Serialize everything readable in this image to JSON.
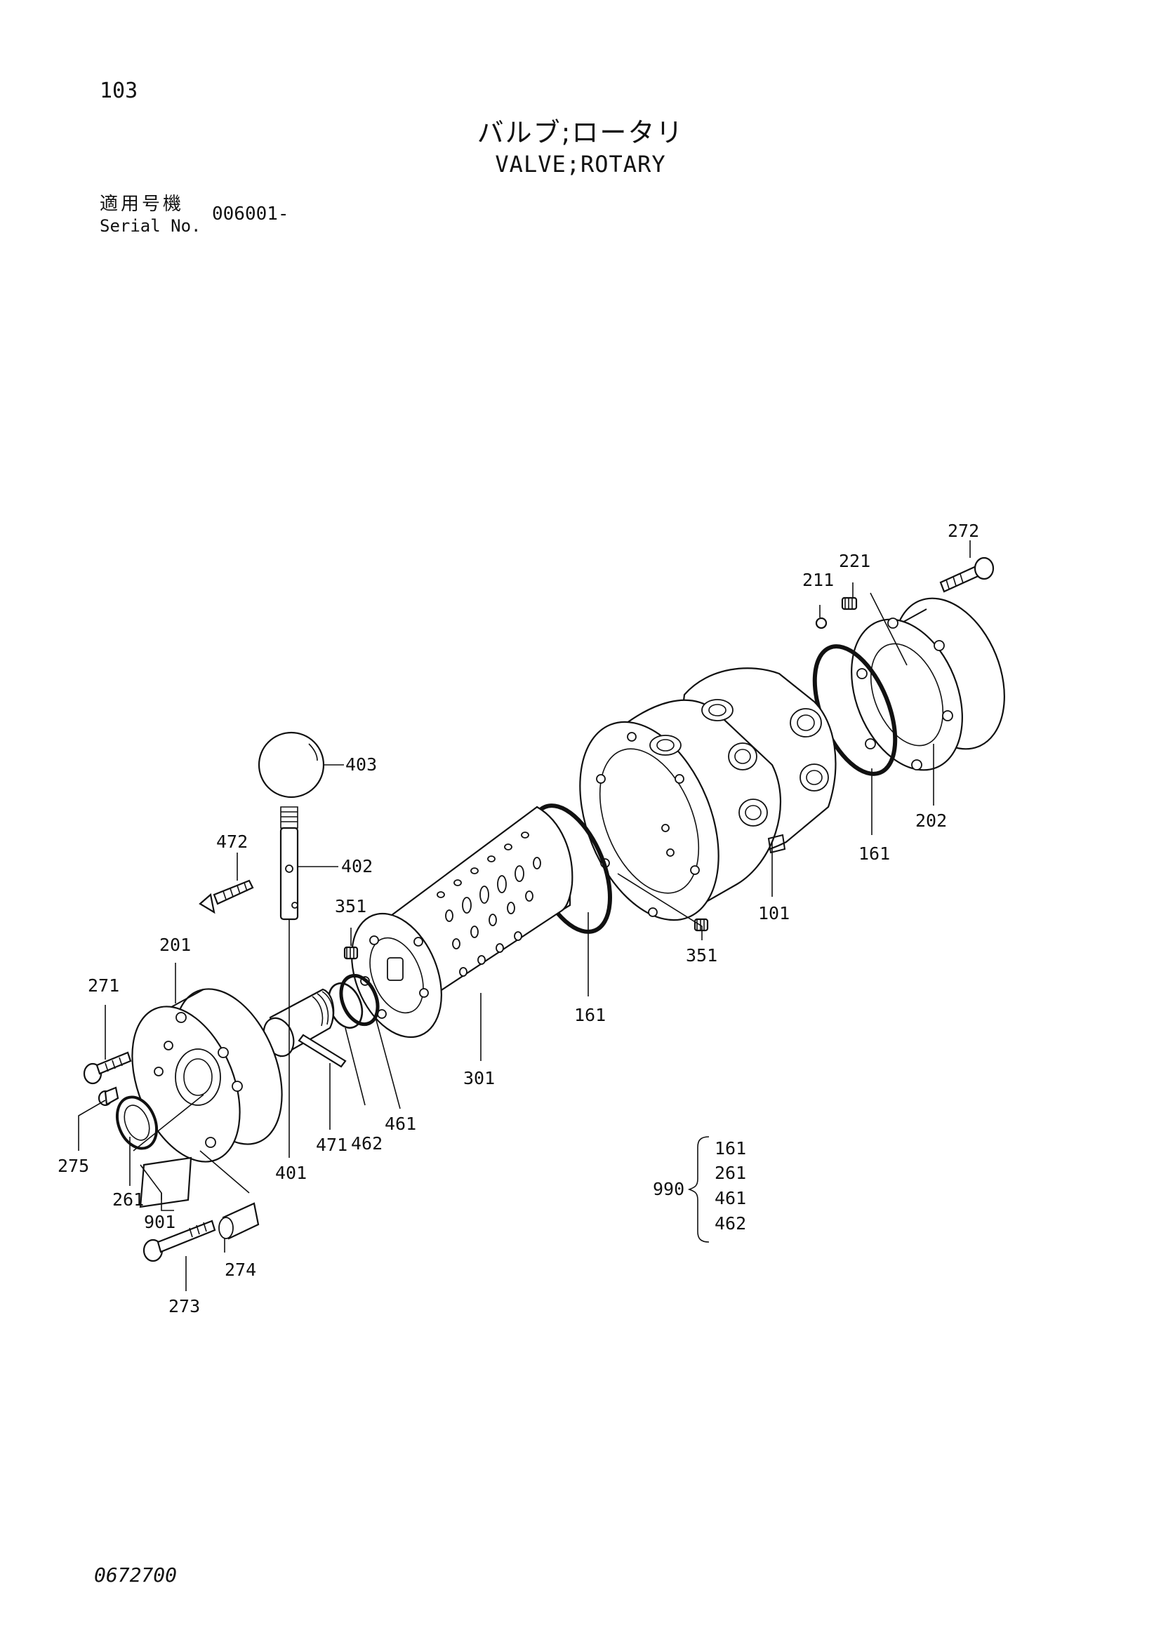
{
  "page_number": "103",
  "title_jp": "バルブ;ロータリ",
  "title_en": "VALVE;ROTARY",
  "serial_label_jp": "適用号機",
  "serial_label_en": "Serial No.",
  "serial_value": "006001-",
  "doc_number": "0672700",
  "callouts": {
    "c272": "272",
    "c221": "221",
    "c211": "211",
    "c202": "202",
    "c161a": "161",
    "c101": "101",
    "c351a": "351",
    "c161b": "161",
    "c403": "403",
    "c472": "472",
    "c402": "402",
    "c351b": "351",
    "c201": "201",
    "c271": "271",
    "c301": "301",
    "c461": "461",
    "c462": "462",
    "c471": "471",
    "c401": "401",
    "c275": "275",
    "c261": "261",
    "c901": "901",
    "c274": "274",
    "c273": "273"
  },
  "kit": {
    "number": "990",
    "items": [
      "161",
      "261",
      "461",
      "462"
    ]
  }
}
